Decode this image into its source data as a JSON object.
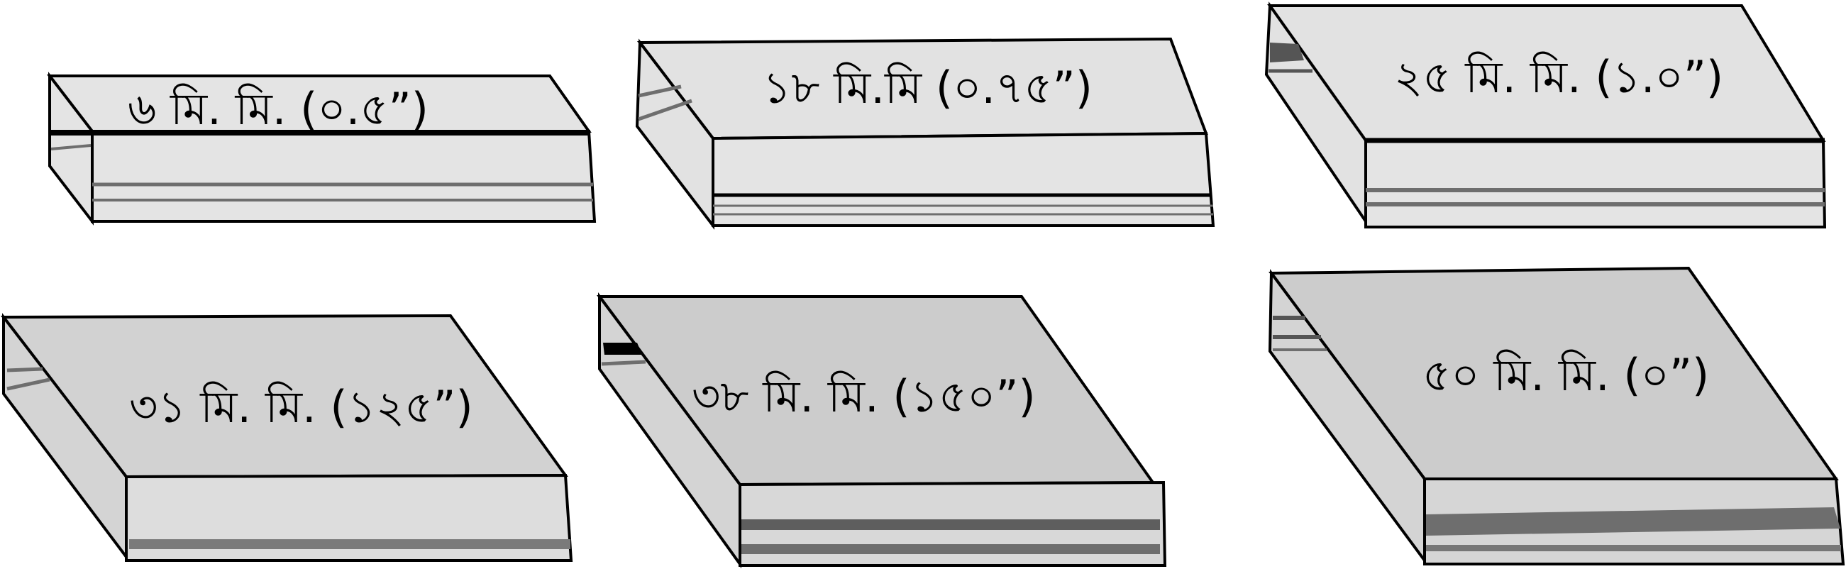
{
  "boards": [
    {
      "label": "৬ মি. মি.    (০.৫”)"
    },
    {
      "label": "১৮ মি.মি (০.৭৫”)"
    },
    {
      "label": "২৫ মি. মি. (১.০”)"
    },
    {
      "label": "৩১ মি. মি. (১২৫”)"
    },
    {
      "label": "৩৮ মি. মি. (১৫০”)"
    },
    {
      "label": "৫০ মি. মি. (০”)"
    }
  ],
  "colors": {
    "outline": "#000000",
    "face_light": "#e4e4e4",
    "face_mid": "#d2d2d2",
    "face_dark": "#c9c9c9",
    "stripe": "#6e6e6e",
    "background": "#ffffff"
  }
}
